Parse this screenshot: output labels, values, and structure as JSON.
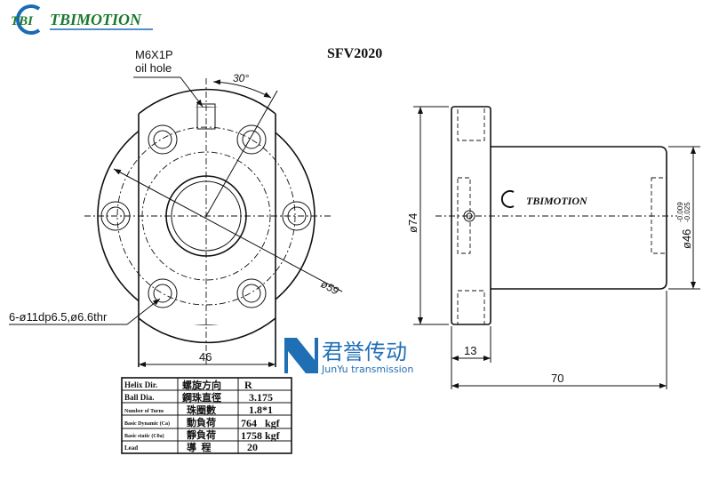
{
  "brand": {
    "logo_mark": "TBI",
    "name": "TBIMOTION",
    "color": "#1a7a2e",
    "ring_color": "#1a6bb5"
  },
  "title": "SFV2020",
  "front_view": {
    "oil_hole_line1": "M6X1P",
    "oil_hole_line2": "oil hole",
    "angle": "30°",
    "pcd": "ø59",
    "holes": "6-ø11dp6.5,ø6.6thr",
    "width": "46"
  },
  "side_view": {
    "flange_dia": "ø74",
    "body_dia": "ø46",
    "tol_upper": "-0.009",
    "tol_lower": "-0.025",
    "flange_thk": "13",
    "length": "70",
    "body_logo": "TBIMOTION"
  },
  "watermark": {
    "cn": "君誉传动",
    "en": "JunYu transmission",
    "color": "#1f6fb5"
  },
  "spec_table": [
    {
      "en": "Helix  Dir.",
      "cn": "螺旋方向",
      "value": "R"
    },
    {
      "en": "Ball Dia.",
      "cn": "鋼珠直徑",
      "value": "3.175"
    },
    {
      "en": "Number of Turns",
      "cn": "珠圈數",
      "value": "1.8*1"
    },
    {
      "en": "Basic Dynamic (Ca)",
      "cn": "動負荷",
      "value": "764   kgf"
    },
    {
      "en": "Basic static (C0a)",
      "cn": "靜負荷",
      "value": "1758 kgf"
    },
    {
      "en": "Lead",
      "cn": "導  程",
      "value": "20"
    }
  ]
}
